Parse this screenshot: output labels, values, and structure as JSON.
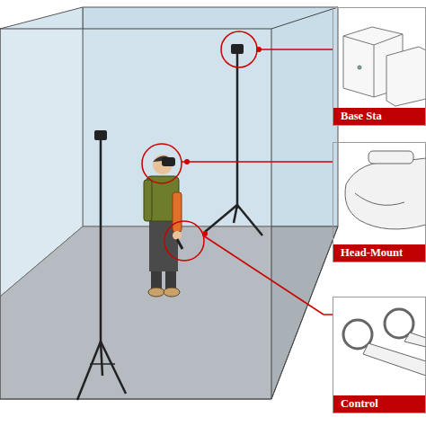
{
  "diagram": {
    "nodes": [
      {
        "text": [
          "Base Sta"
        ]
      },
      {
        "text": [
          "Head-Mount"
        ]
      },
      {
        "text": [
          "Control"
        ]
      }
    ]
  }
}
